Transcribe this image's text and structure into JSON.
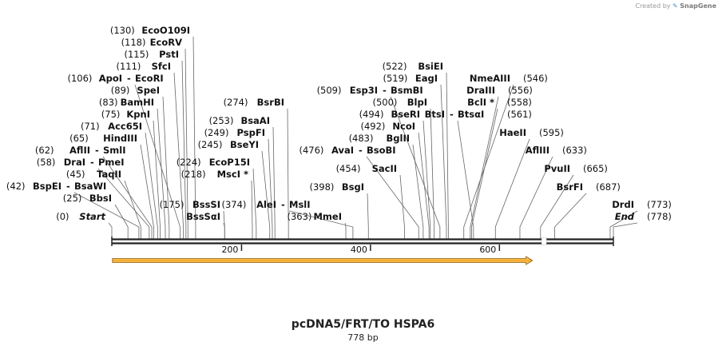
{
  "credit": {
    "prefix": "Created by",
    "brand": "SnapGene",
    "icon": "snapgene-logo-icon"
  },
  "title": "pcDNA5/FRT/TO HSPA6",
  "length_label": "778 bp",
  "sequence": {
    "length": 778,
    "break_at": 658
  },
  "ticks": [
    {
      "label": "200",
      "value": 200
    },
    {
      "label": "400",
      "value": 400
    },
    {
      "label": "600",
      "value": 600
    }
  ],
  "feature": {
    "start": 1,
    "end": 650,
    "color": "#f5a623",
    "direction": "forward"
  },
  "sites": [
    {
      "pos": "(0)",
      "name": "Start",
      "bp": 0,
      "kind": "terminus"
    },
    {
      "pos": "(25)",
      "name": "BbsI",
      "bp": 25
    },
    {
      "pos": "(42)",
      "name": "BspEI",
      "name2": "BsaWI",
      "bp": 42
    },
    {
      "pos": "(45)",
      "name": "TaqII",
      "bp": 45
    },
    {
      "pos": "(58)",
      "name": "DraI",
      "name2": "PmeI",
      "bp": 58
    },
    {
      "pos": "(62)",
      "name": "AflII",
      "name2": "SmlI",
      "bp": 62
    },
    {
      "pos": "(65)",
      "name": "HindIII",
      "bp": 65
    },
    {
      "pos": "(71)",
      "name": "Acc65I",
      "bp": 71
    },
    {
      "pos": "(75)",
      "name": "KpnI",
      "bp": 75
    },
    {
      "pos": "(83)",
      "name": "BamHI",
      "bp": 83
    },
    {
      "pos": "(89)",
      "name": "SpeI",
      "bp": 89
    },
    {
      "pos": "(106)",
      "name": "ApoI",
      "name2": "EcoRI",
      "bp": 106
    },
    {
      "pos": "(111)",
      "name": "SfcI",
      "bp": 111
    },
    {
      "pos": "(115)",
      "name": "PstI",
      "bp": 115
    },
    {
      "pos": "(118)",
      "name": "EcoRV",
      "bp": 118
    },
    {
      "pos": "(130)",
      "name": "EcoO109I",
      "bp": 130
    },
    {
      "pos": "(175)",
      "name": "BssSI",
      "bp": 175
    },
    {
      "pos": "",
      "name": "BssSαI",
      "bp": 175
    },
    {
      "pos": "(218)",
      "name": "MscI *",
      "bp": 218
    },
    {
      "pos": "(224)",
      "name": "EcoP15I",
      "bp": 224
    },
    {
      "pos": "(245)",
      "name": "BseYI",
      "bp": 245
    },
    {
      "pos": "(249)",
      "name": "PspFI",
      "bp": 249
    },
    {
      "pos": "(253)",
      "name": "BsaAI",
      "bp": 253
    },
    {
      "pos": "(274)",
      "name": "BsrBI",
      "bp": 274
    },
    {
      "pos": "(363)",
      "name": "MmeI",
      "bp": 363
    },
    {
      "pos": "(374)",
      "name": "AleI",
      "name2": "MslI",
      "bp": 374
    },
    {
      "pos": "(398)",
      "name": "BsgI",
      "bp": 398
    },
    {
      "pos": "(454)",
      "name": "SacII",
      "bp": 454
    },
    {
      "pos": "(476)",
      "name": "AvaI",
      "name2": "BsoBI",
      "bp": 476
    },
    {
      "pos": "(483)",
      "name": "BglII",
      "bp": 483
    },
    {
      "pos": "(492)",
      "name": "NcoI",
      "bp": 492
    },
    {
      "pos": "(494)",
      "name": "BseRI",
      "bp": 494
    },
    {
      "pos": "(500)",
      "name": "BlpI",
      "bp": 500
    },
    {
      "pos": "(509)",
      "name": "Esp3I",
      "name2": "BsmBI",
      "bp": 509
    },
    {
      "pos": "(519)",
      "name": "EagI",
      "bp": 519
    },
    {
      "pos": "(522)",
      "name": "BsiEI",
      "bp": 522
    },
    {
      "pos": "(546)",
      "name": "NmeAIII",
      "bp": 546
    },
    {
      "pos": "(556)",
      "name": "DraIII",
      "bp": 556
    },
    {
      "pos": "(558)",
      "name": "BclI *",
      "bp": 558
    },
    {
      "pos": "(561)",
      "name": "BtsI",
      "name2": "BtsαI",
      "bp": 561
    },
    {
      "pos": "(595)",
      "name": "HaeII",
      "bp": 595
    },
    {
      "pos": "(633)",
      "name": "AflIII",
      "bp": 633
    },
    {
      "pos": "(665)",
      "name": "PvuII",
      "bp": 665
    },
    {
      "pos": "(687)",
      "name": "BsrFI",
      "bp": 687
    },
    {
      "pos": "(773)",
      "name": "DrdI",
      "bp": 773
    },
    {
      "pos": "(778)",
      "name": "End",
      "bp": 778,
      "kind": "terminus"
    }
  ]
}
